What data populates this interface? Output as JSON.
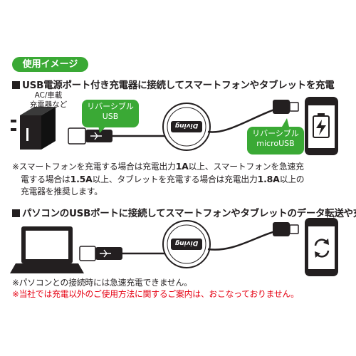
{
  "pill": "使用イメージ",
  "section1": {
    "heading": "USB電源ポート付き充電器に接続してスマートフォンやタブレットを充電",
    "charger_label_line1": "AC/車載",
    "charger_label_line2": "充電器など",
    "bubble_left_line1": "リバーシブル",
    "bubble_left_line2": "USB",
    "bubble_right_line1": "リバーシブル",
    "bubble_right_line2": "microUSB",
    "reel_brand": "Diving",
    "note_line1_a": "※スマートフォンを充電する場合は充電出力",
    "note_line1_b": "1A",
    "note_line1_c": "以上、スマートフォンを急速充",
    "note_line2_a": "電する場合は",
    "note_line2_b": "1.5A",
    "note_line2_c": "以上、タブレットを充電する場合は充電出力",
    "note_line2_d": "1.8A",
    "note_line2_e": "以上の",
    "note_line3": "充電器を推奨します。"
  },
  "section2": {
    "heading": "パソコンのUSBポートに接続してスマートフォンやタブレットのデータ転送や充電",
    "reel_brand": "Diving",
    "note1": "※パソコンとの接続時には急速充電できません。",
    "note2": "※当社では充電以外のご使用方法に関するご案内は、おこなっておりません。"
  },
  "colors": {
    "green": "#3aa935",
    "black": "#231f20",
    "red": "#e60012"
  }
}
